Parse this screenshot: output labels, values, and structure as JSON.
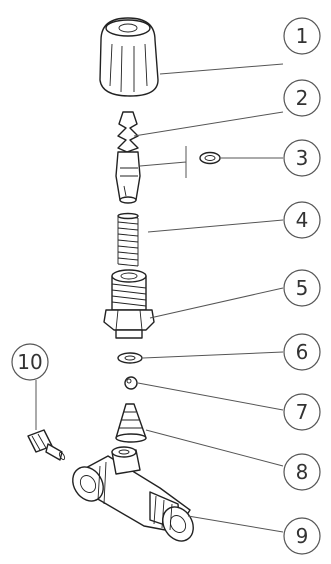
{
  "callouts": [
    {
      "number": "1"
    },
    {
      "number": "2"
    },
    {
      "number": "3"
    },
    {
      "number": "4"
    },
    {
      "number": "5"
    },
    {
      "number": "6"
    },
    {
      "number": "7"
    },
    {
      "number": "8"
    },
    {
      "number": "9"
    },
    {
      "number": "10"
    }
  ],
  "colors": {
    "line": "#222222",
    "background": "#ffffff",
    "callout_stroke": "#555555"
  }
}
